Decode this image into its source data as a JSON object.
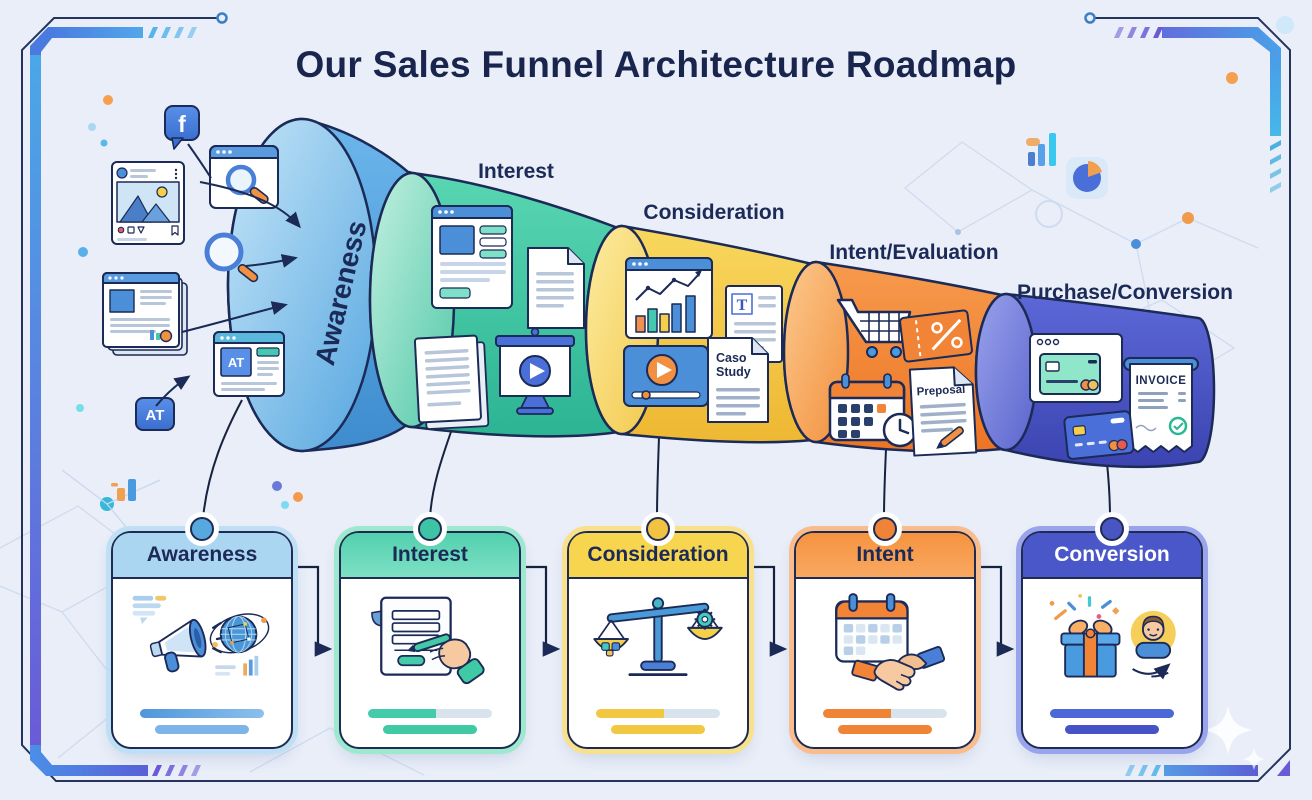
{
  "title": "Our Sales Funnel Architecture Roadmap",
  "funnel": {
    "stages": [
      {
        "label": "Awareness",
        "color": "#4da5e5"
      },
      {
        "label": "Interest",
        "color": "#3fc9a5"
      },
      {
        "label": "Consideration",
        "color": "#f5c84a"
      },
      {
        "label": "Intent/Evaluation",
        "color": "#f28437"
      },
      {
        "label": "Purchase/Conversion",
        "color": "#4a52c4"
      }
    ],
    "texts": {
      "facebook_f": "f",
      "ad_badge": "AT",
      "ad_browser_label": "AT",
      "article_initial": "T",
      "case_study_line1": "Caso",
      "case_study_line2": "Study",
      "proposal_label": "Preposal",
      "invoice_label": "INVOICE"
    }
  },
  "cards": [
    {
      "label": "Awareness",
      "icon": "megaphone-globe"
    },
    {
      "label": "Interest",
      "icon": "form-signing"
    },
    {
      "label": "Consideration",
      "icon": "balance-scale"
    },
    {
      "label": "Intent",
      "icon": "calendar-handshake"
    },
    {
      "label": "Conversion",
      "icon": "gift-customer"
    }
  ],
  "colors": {
    "background": "#e9eef8",
    "ink": "#1b2a56",
    "awareness": "#58a8e0",
    "interest": "#3fc9a5",
    "consideration": "#f5c84a",
    "intent": "#f28437",
    "conversion": "#4a55c4"
  }
}
